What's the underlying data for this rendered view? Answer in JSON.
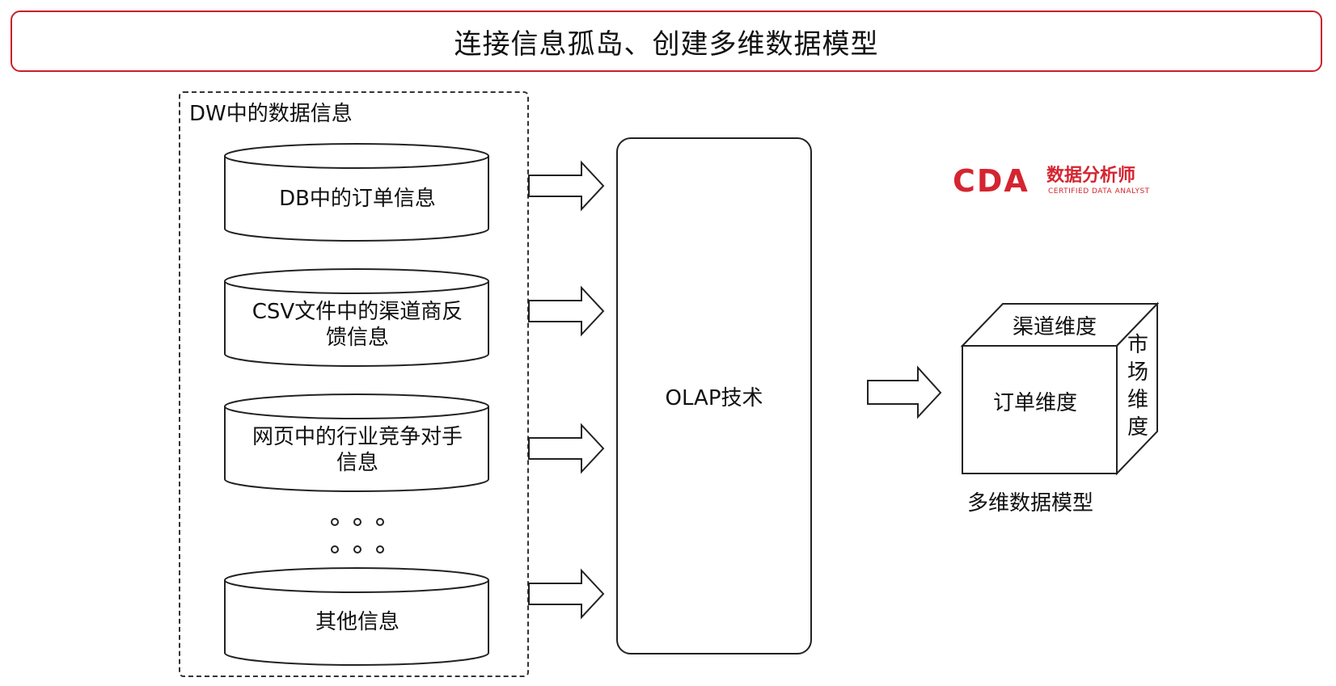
{
  "title": "连接信息孤岛、创建多维数据模型",
  "dw_group": {
    "label": "DW中的数据信息",
    "sources": [
      {
        "line1": "DB中的订单信息",
        "line2": ""
      },
      {
        "line1": "CSV文件中的渠道商反",
        "line2": "馈信息"
      },
      {
        "line1": "网页中的行业竞争对手",
        "line2": "信息"
      },
      {
        "line1": "其他信息",
        "line2": ""
      }
    ],
    "ellipsis": "..."
  },
  "olap": {
    "label": "OLAP技术"
  },
  "model": {
    "top_face": "渠道维度",
    "front_face": "订单维度",
    "side_face": [
      "市",
      "场",
      "维",
      "度"
    ],
    "caption": "多维数据模型"
  },
  "logo": {
    "main": "CDA",
    "cn": "数据分析师",
    "en": "CERTIFIED DATA ANALYST"
  },
  "colors": {
    "title_border": "#c8202a",
    "logo": "#d42530",
    "line": "#222222"
  }
}
